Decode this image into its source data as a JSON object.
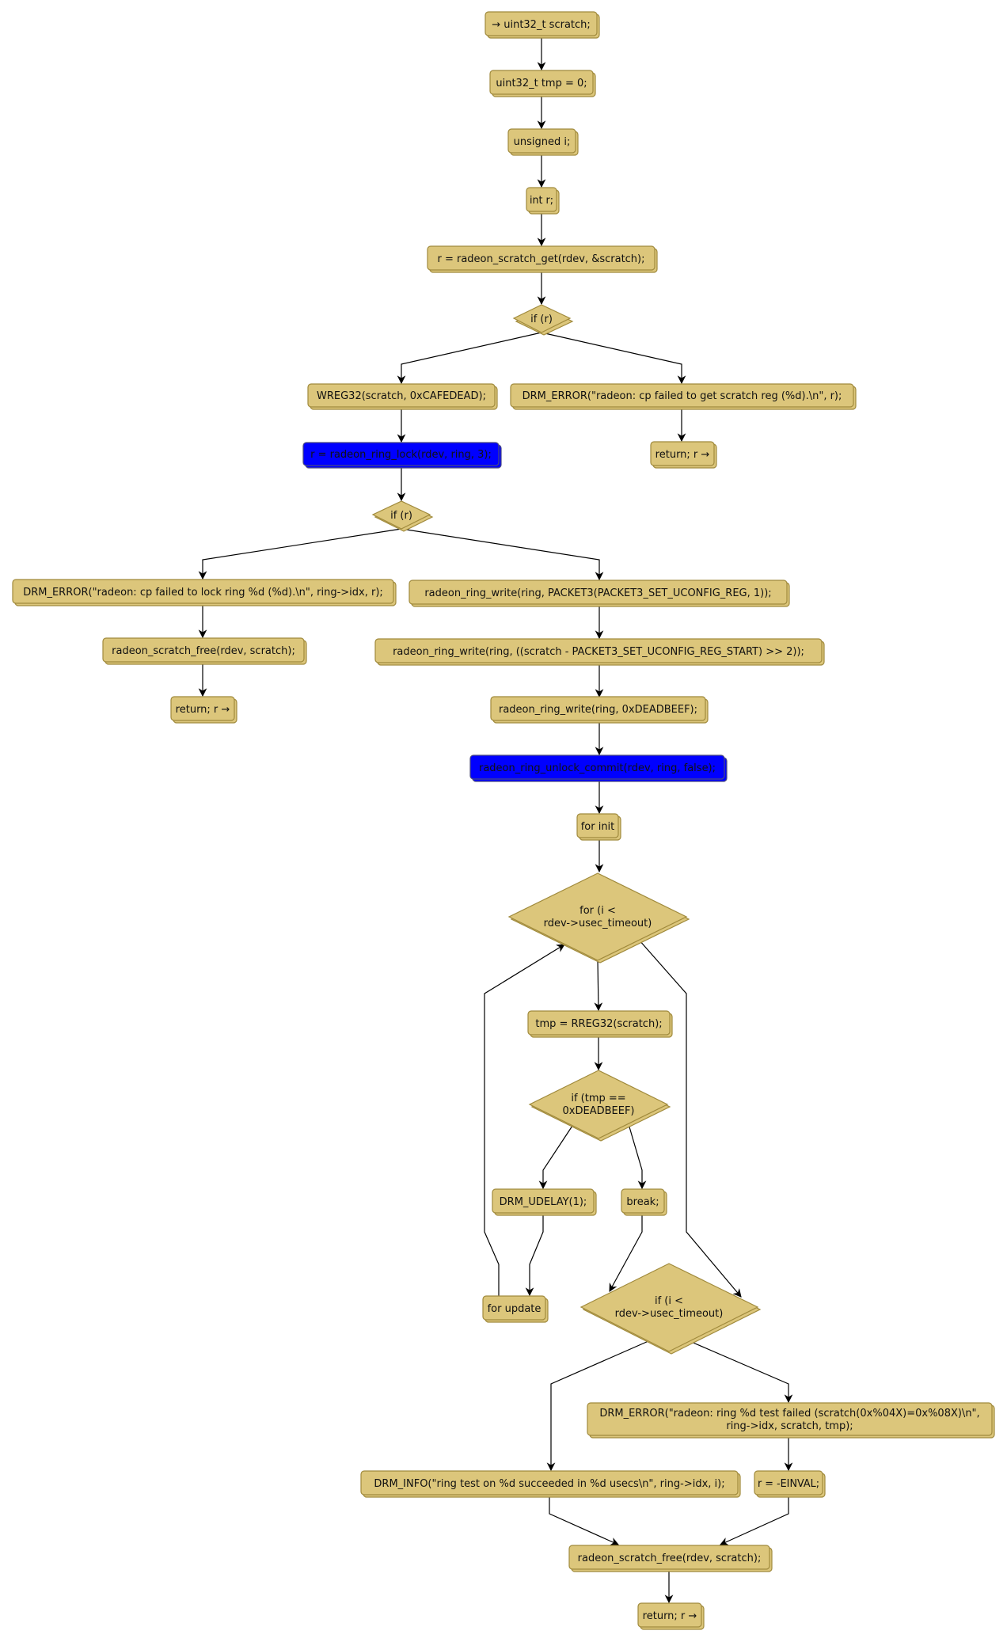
{
  "diagram": {
    "type": "flowchart",
    "colors": {
      "node_fill": "#dcc67b",
      "node_border": "#a08a3c",
      "highlight_fill": "#0000ff",
      "edge": "#000000",
      "background": "#ffffff"
    },
    "nodes": {
      "n1": "→ uint32_t scratch;",
      "n2": "uint32_t tmp = 0;",
      "n3": "unsigned i;",
      "n4": "int r;",
      "n5": "r = radeon_scratch_get(rdev, &scratch);",
      "d1": "if (r)",
      "n6": "WREG32(scratch, 0xCAFEDEAD);",
      "n7": "DRM_ERROR(\"radeon: cp failed to get scratch reg (%d).\\n\", r);",
      "n8": "r = radeon_ring_lock(rdev, ring, 3);",
      "n9": "return; r →",
      "d2": "if (r)",
      "n10": "DRM_ERROR(\"radeon: cp failed to lock ring %d (%d).\\n\", ring->idx, r);",
      "n11": "radeon_ring_write(ring, PACKET3(PACKET3_SET_UCONFIG_REG, 1));",
      "n12": "radeon_scratch_free(rdev, scratch);",
      "n13": "radeon_ring_write(ring, ((scratch - PACKET3_SET_UCONFIG_REG_START) >> 2));",
      "n14": "return; r →",
      "n15": "radeon_ring_write(ring, 0xDEADBEEF);",
      "n16": "radeon_ring_unlock_commit(rdev, ring, false);",
      "n17": "for init",
      "d3_line1": "for (i <",
      "d3_line2": "rdev->usec_timeout)",
      "n18": "tmp = RREG32(scratch);",
      "d4_line1": "if (tmp ==",
      "d4_line2": "0xDEADBEEF)",
      "n19": "DRM_UDELAY(1);",
      "n20": "break;",
      "n21": "for update",
      "d5_line1": "if (i <",
      "d5_line2": "rdev->usec_timeout)",
      "n22_line1": "DRM_ERROR(\"radeon: ring %d test failed (scratch(0x%04X)=0x%08X)\\n\",",
      "n22_line2": "ring->idx, scratch, tmp);",
      "n23": "DRM_INFO(\"ring test on %d succeeded in %d usecs\\n\", ring->idx, i);",
      "n24": "r = -EINVAL;",
      "n25": "radeon_scratch_free(rdev, scratch);",
      "n26": "return; r →"
    },
    "highlighted_nodes": [
      "n8",
      "n16"
    ]
  }
}
